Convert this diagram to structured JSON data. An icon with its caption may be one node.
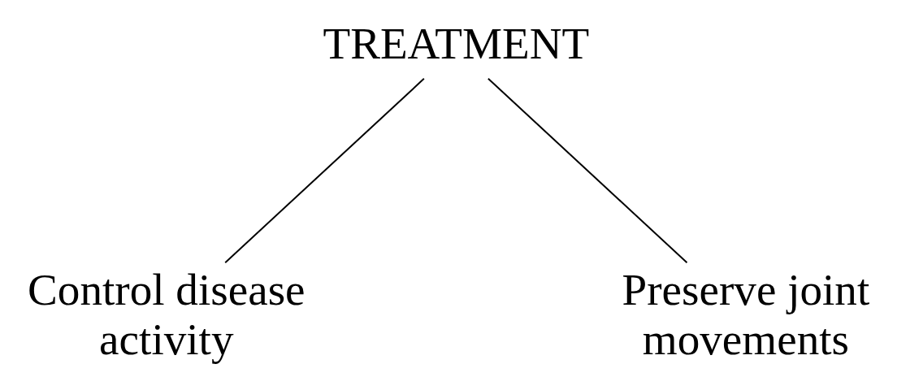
{
  "diagram": {
    "nodes": [
      {
        "text": [
          "TREATMENT"
        ]
      },
      {
        "text": [
          "Control disease activity"
        ]
      },
      {
        "text": [
          "Preserve joint movements"
        ]
      }
    ],
    "edges": [
      {
        "from": 0,
        "to": 1,
        "arrow": "none"
      },
      {
        "from": 0,
        "to": 2,
        "arrow": "none"
      }
    ]
  }
}
